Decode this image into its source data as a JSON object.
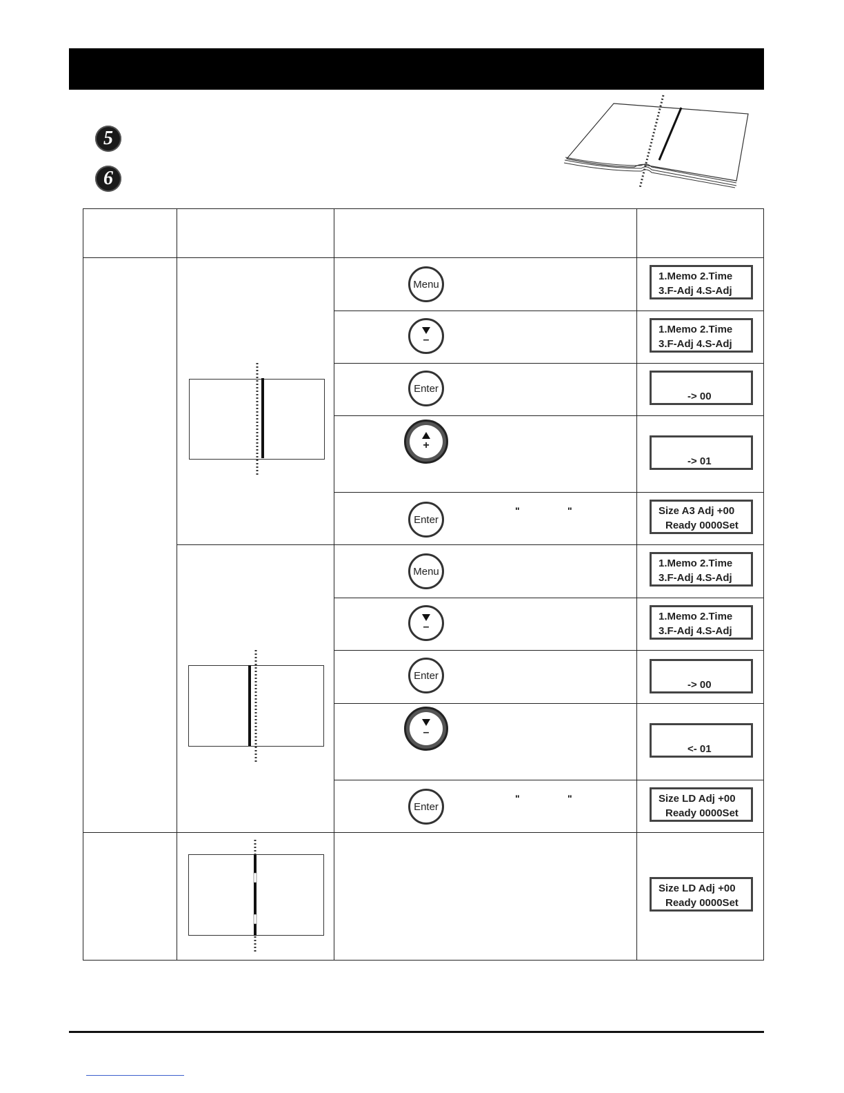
{
  "steps": [
    {
      "number": "5",
      "text": ""
    },
    {
      "number": "6",
      "text": ""
    }
  ],
  "buttons": {
    "menu": "Menu",
    "enter": "Enter",
    "plus": "+",
    "minus": "–"
  },
  "lcd_screens": {
    "menu_l1": "1.Memo  2.Time",
    "menu_l2": "3.F-Adj  4.S-Adj",
    "arrow_right_00": "-> 00",
    "arrow_right_01": "-> 01",
    "arrow_left_01": "<- 01",
    "a3_l1": "Size A3 Adj +00",
    "ld_l1": "Size LD Adj +00",
    "ready_l2": "Ready  0000Set"
  },
  "quotes": [
    "\"",
    "\""
  ]
}
